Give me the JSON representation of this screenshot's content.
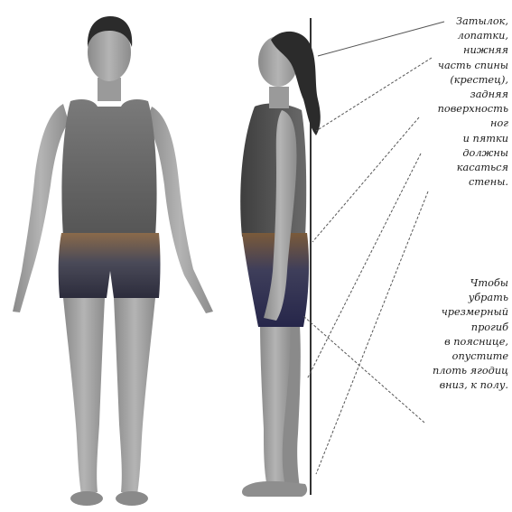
{
  "captions": {
    "wall_contact": [
      "Затылок,",
      "лопатки,",
      "нижняя",
      "часть спины",
      "(крестец),",
      "задняя",
      "поверхность",
      "ног",
      "и пятки",
      "должны",
      "касаться",
      "стены."
    ],
    "buttocks_tip": [
      "Чтобы",
      "убрать",
      "чрезмерный",
      "прогиб",
      "в пояснице,",
      "опустите",
      "плоть ягодиц",
      "вниз, к полу."
    ]
  },
  "colors": {
    "skin": "#a9a9a9",
    "skin_dark": "#6f6f6f",
    "top": "#5e5e5e",
    "shorts_front": "#3c3c46",
    "shorts_side": "#2e2e46",
    "hair": "#2b2b2b",
    "wall_line": "#333333"
  }
}
